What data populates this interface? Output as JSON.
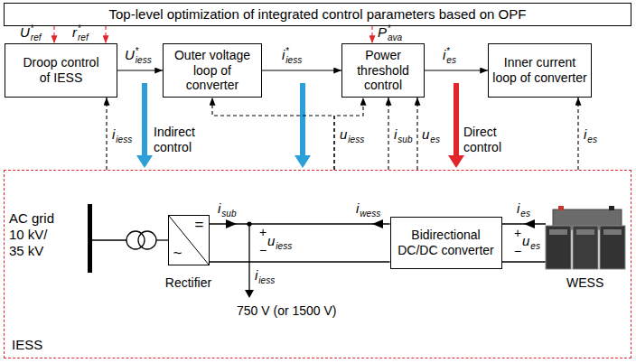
{
  "diagram": {
    "nodes": [
      {
        "text": [
          "Top-level optimization of integrated control parameters based on OPF"
        ]
      },
      {
        "text": [
          "Droop control of IESS"
        ]
      },
      {
        "text": [
          "Outer voltage loop of converter"
        ]
      },
      {
        "text": [
          "Power threshold control"
        ]
      },
      {
        "text": [
          "Inner current loop of converter"
        ]
      },
      {
        "text": [
          "IESS"
        ]
      },
      {
        "text": [
          "=",
          "~",
          "Rectifier"
        ],
        "in": 5
      },
      {
        "text": [
          "Bidirectional DC/DC converter"
        ],
        "in": 5
      }
    ],
    "edges": [
      {
        "from": 0,
        "to": 1,
        "arrow": "to",
        "label": "U*ref"
      },
      {
        "from": 0,
        "to": 1,
        "arrow": "to",
        "label": "r*ref"
      },
      {
        "from": 0,
        "to": 3,
        "arrow": "to",
        "label": "P*ava"
      },
      {
        "from": 1,
        "to": 2,
        "arrow": "to",
        "label": "U*iess"
      },
      {
        "from": 2,
        "to": 3,
        "arrow": "to",
        "label": "i*iess"
      },
      {
        "from": 3,
        "to": 4,
        "arrow": "to",
        "label": "i*es"
      },
      {
        "from": 5,
        "to": 1,
        "arrow": "to",
        "label": "iiess"
      },
      {
        "from": 5,
        "to": 2,
        "arrow": "to",
        "label": "uiess"
      },
      {
        "from": 5,
        "to": 3,
        "arrow": "to"
      },
      {
        "from": 5,
        "to": 3,
        "arrow": "to",
        "label": "isub"
      },
      {
        "from": 5,
        "to": 3,
        "arrow": "to",
        "label": "ues"
      },
      {
        "from": 5,
        "to": 4,
        "arrow": "to",
        "label": "ies"
      },
      {
        "from": 6,
        "to": 7,
        "arrow": "none"
      },
      {
        "from": 6,
        "to": 7,
        "arrow": "none"
      }
    ],
    "labels": [
      "Indirect control",
      "Direct control",
      "AC grid 10 kV/ 35 kV",
      "isub",
      "+",
      "uiess",
      "−",
      "iiess",
      "750 V (or 1500 V)",
      "iwess",
      "ies",
      "+",
      "ues",
      "−",
      "WESS"
    ]
  }
}
